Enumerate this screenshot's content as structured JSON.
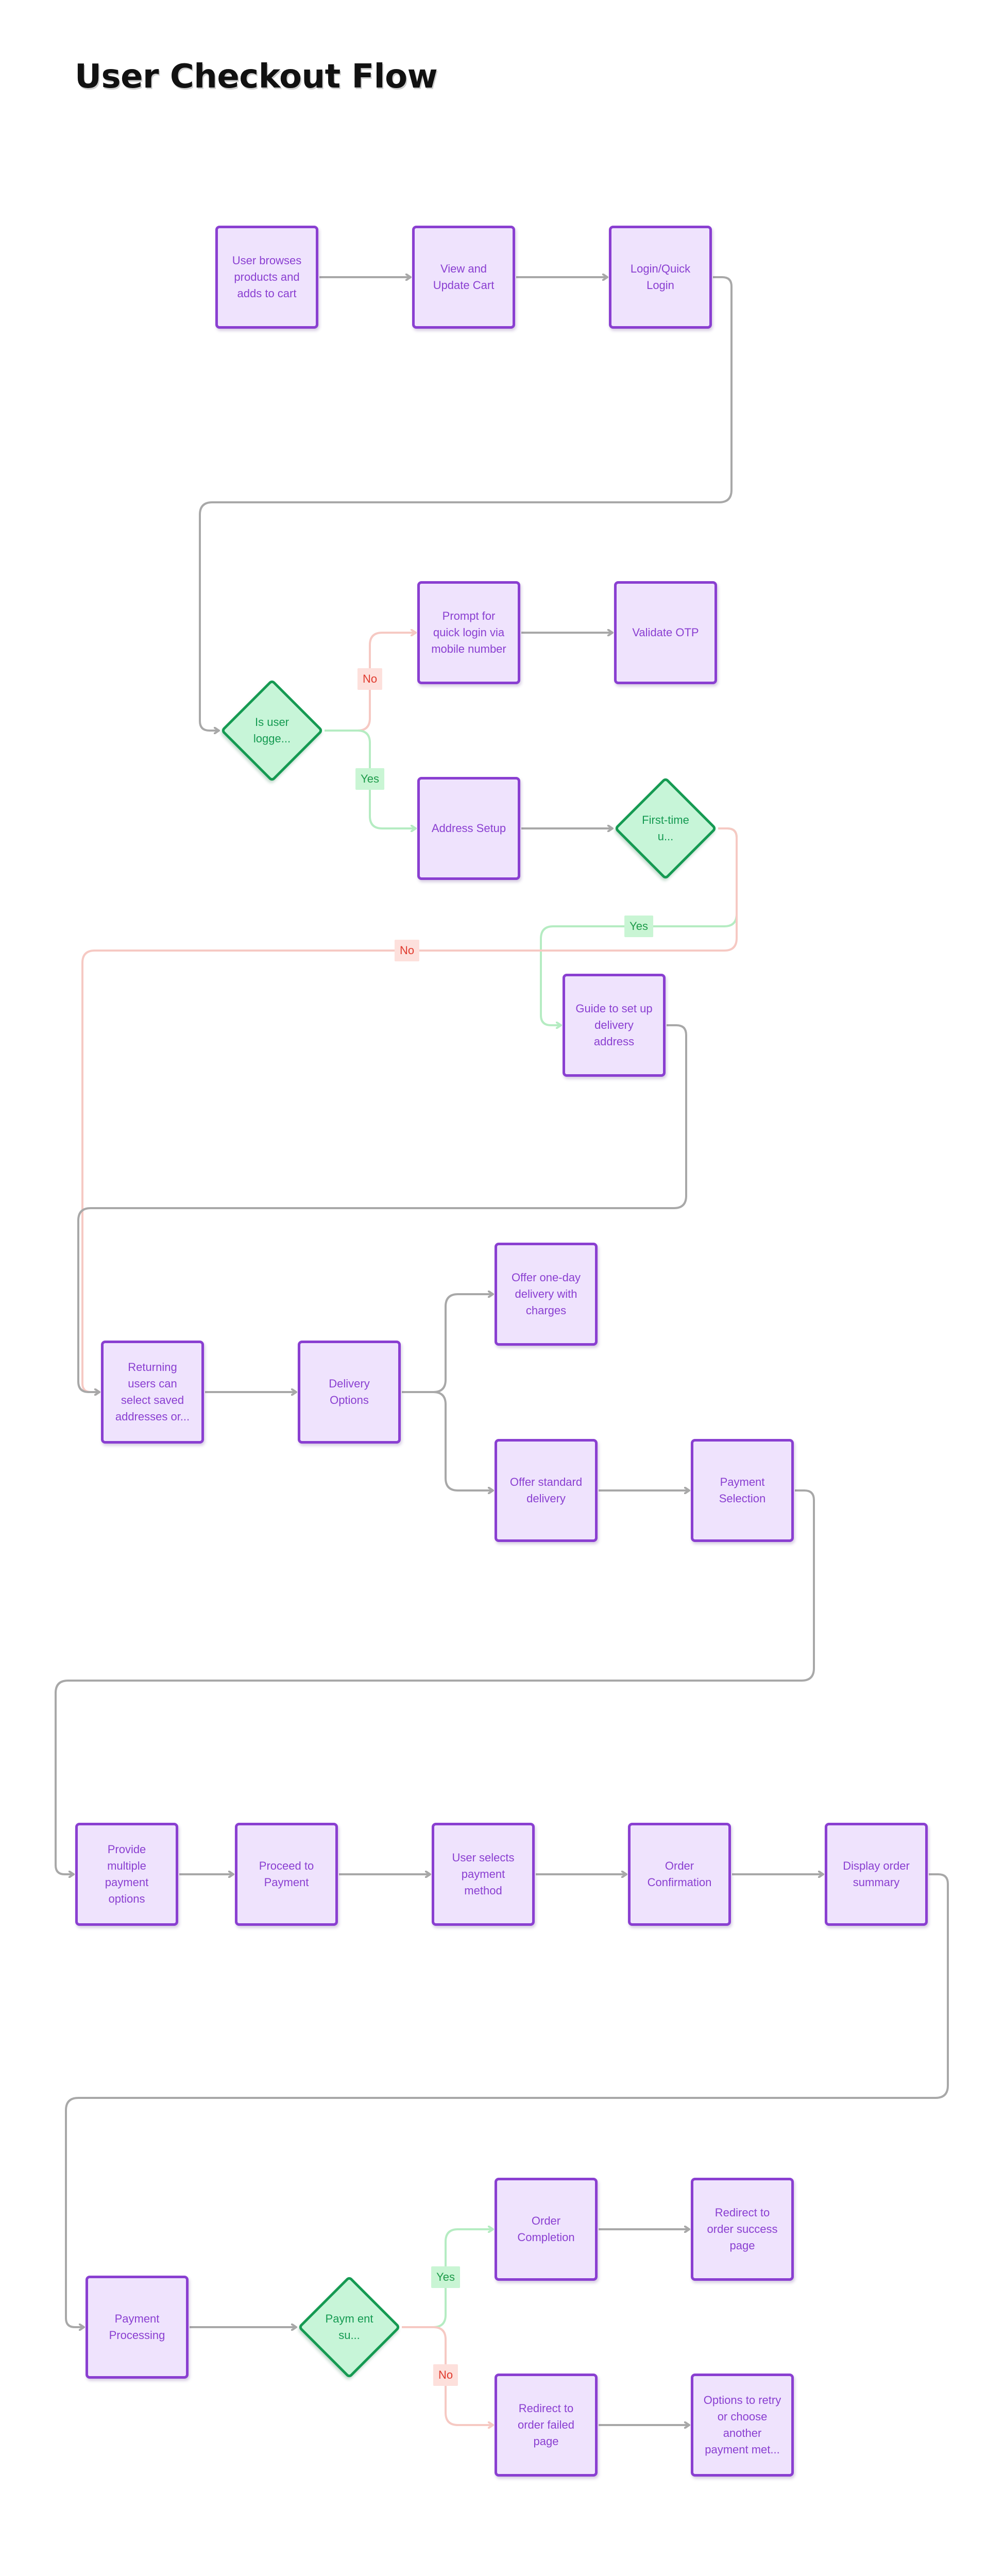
{
  "title": "User Checkout Flow",
  "colors": {
    "node_fill": "#efe3fd",
    "node_border": "#8a3fd1",
    "decision_fill": "#c7f5d8",
    "decision_border": "#159a52",
    "edge_default": "#a8a8a8",
    "edge_yes": "#b5ecc2",
    "edge_no": "#f6c9c3"
  },
  "nodes": [
    {
      "id": "browse",
      "type": "process",
      "label": "User browses products and adds to cart"
    },
    {
      "id": "cart",
      "type": "process",
      "label": "View and Update Cart"
    },
    {
      "id": "login",
      "type": "process",
      "label": "Login/Quick Login"
    },
    {
      "id": "is_logged",
      "type": "decision",
      "label": "Is user logge..."
    },
    {
      "id": "prompt_login",
      "type": "process",
      "label": "Prompt for quick login via mobile number"
    },
    {
      "id": "validate_otp",
      "type": "process",
      "label": "Validate OTP"
    },
    {
      "id": "address_setup",
      "type": "process",
      "label": "Address Setup"
    },
    {
      "id": "first_time",
      "type": "decision",
      "label": "First-time u..."
    },
    {
      "id": "guide_address",
      "type": "process",
      "label": "Guide to set up delivery address"
    },
    {
      "id": "returning",
      "type": "process",
      "label": "Returning users can select saved addresses or..."
    },
    {
      "id": "delivery_opts",
      "type": "process",
      "label": "Delivery Options"
    },
    {
      "id": "one_day",
      "type": "process",
      "label": "Offer one-day delivery with charges"
    },
    {
      "id": "standard",
      "type": "process",
      "label": "Offer standard delivery"
    },
    {
      "id": "pay_select",
      "type": "process",
      "label": "Payment Selection"
    },
    {
      "id": "multi_pay",
      "type": "process",
      "label": "Provide multiple payment options"
    },
    {
      "id": "proceed_pay",
      "type": "process",
      "label": "Proceed to Payment"
    },
    {
      "id": "user_selects",
      "type": "process",
      "label": "User selects payment method"
    },
    {
      "id": "order_confirm",
      "type": "process",
      "label": "Order Confirmation"
    },
    {
      "id": "display_summary",
      "type": "process",
      "label": "Display order summary"
    },
    {
      "id": "pay_processing",
      "type": "process",
      "label": "Payment Processing"
    },
    {
      "id": "pay_success",
      "type": "decision",
      "label": "Paym ent su..."
    },
    {
      "id": "order_complete",
      "type": "process",
      "label": "Order Completion"
    },
    {
      "id": "redirect_success",
      "type": "process",
      "label": "Redirect to order success page"
    },
    {
      "id": "redirect_failed",
      "type": "process",
      "label": "Redirect to order failed page"
    },
    {
      "id": "retry",
      "type": "process",
      "label": "Options to retry or choose another payment met..."
    }
  ],
  "edges": [
    {
      "from": "browse",
      "to": "cart",
      "kind": "default"
    },
    {
      "from": "cart",
      "to": "login",
      "kind": "default"
    },
    {
      "from": "login",
      "to": "is_logged",
      "kind": "default"
    },
    {
      "from": "is_logged",
      "to": "prompt_login",
      "kind": "no",
      "label": "No"
    },
    {
      "from": "is_logged",
      "to": "address_setup",
      "kind": "yes",
      "label": "Yes"
    },
    {
      "from": "prompt_login",
      "to": "validate_otp",
      "kind": "default"
    },
    {
      "from": "address_setup",
      "to": "first_time",
      "kind": "default"
    },
    {
      "from": "first_time",
      "to": "guide_address",
      "kind": "yes",
      "label": "Yes"
    },
    {
      "from": "first_time",
      "to": "returning",
      "kind": "no",
      "label": "No"
    },
    {
      "from": "guide_address",
      "to": "returning",
      "kind": "default"
    },
    {
      "from": "returning",
      "to": "delivery_opts",
      "kind": "default"
    },
    {
      "from": "delivery_opts",
      "to": "one_day",
      "kind": "default"
    },
    {
      "from": "delivery_opts",
      "to": "standard",
      "kind": "default"
    },
    {
      "from": "standard",
      "to": "pay_select",
      "kind": "default"
    },
    {
      "from": "pay_select",
      "to": "multi_pay",
      "kind": "default"
    },
    {
      "from": "multi_pay",
      "to": "proceed_pay",
      "kind": "default"
    },
    {
      "from": "proceed_pay",
      "to": "user_selects",
      "kind": "default"
    },
    {
      "from": "user_selects",
      "to": "order_confirm",
      "kind": "default"
    },
    {
      "from": "order_confirm",
      "to": "display_summary",
      "kind": "default"
    },
    {
      "from": "display_summary",
      "to": "pay_processing",
      "kind": "default"
    },
    {
      "from": "pay_processing",
      "to": "pay_success",
      "kind": "default"
    },
    {
      "from": "pay_success",
      "to": "order_complete",
      "kind": "yes",
      "label": "Yes"
    },
    {
      "from": "pay_success",
      "to": "redirect_failed",
      "kind": "no",
      "label": "No"
    },
    {
      "from": "order_complete",
      "to": "redirect_success",
      "kind": "default"
    },
    {
      "from": "redirect_failed",
      "to": "retry",
      "kind": "default"
    }
  ]
}
